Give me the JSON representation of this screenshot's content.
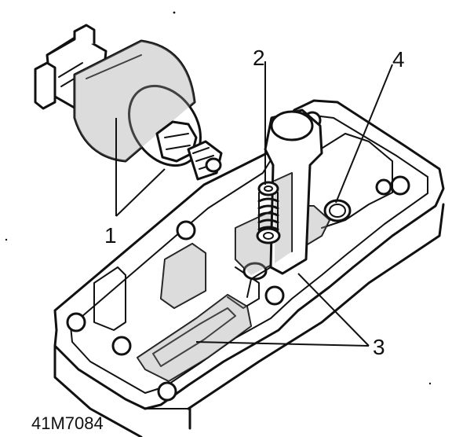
{
  "diagram": {
    "figure_code": "41M7084",
    "callouts": [
      {
        "id": "callout-1",
        "label": "1"
      },
      {
        "id": "callout-2",
        "label": "2"
      },
      {
        "id": "callout-3",
        "label": "3"
      },
      {
        "id": "callout-4",
        "label": "4"
      }
    ],
    "colors": {
      "ink": "#111111",
      "background": "#ffffff"
    }
  }
}
